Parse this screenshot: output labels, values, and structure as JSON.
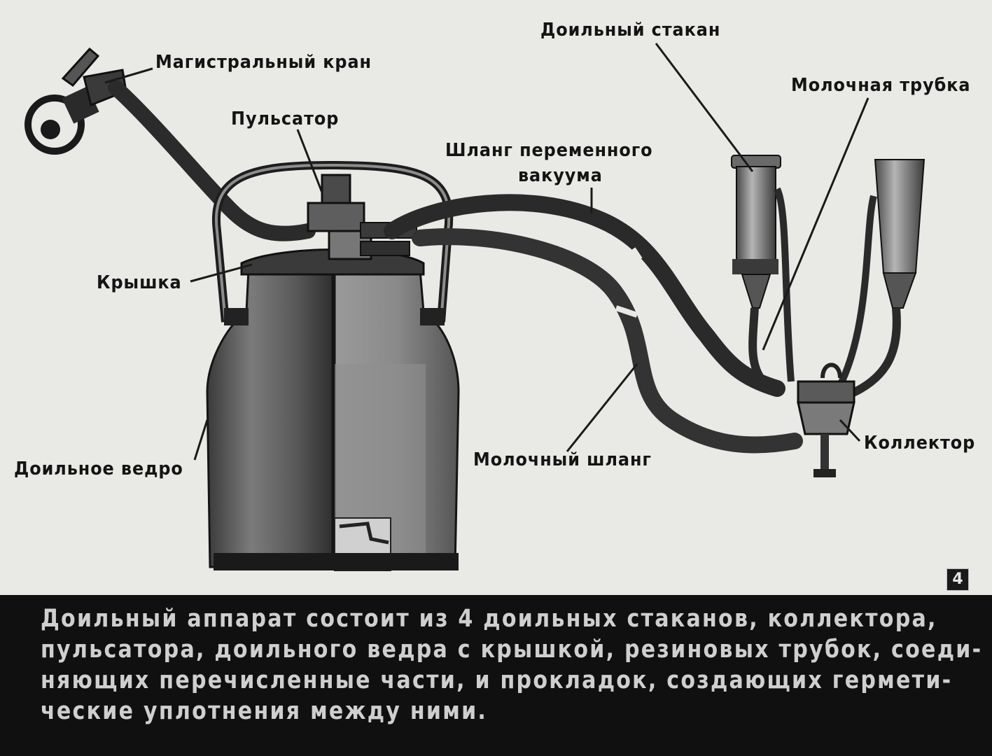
{
  "labels": {
    "main_valve": "Магистральный кран",
    "pulsator": "Пульсатор",
    "lid": "Крышка",
    "milking_pail": "Доильное ведро",
    "teat_cup": "Доильный стакан",
    "milk_tube": "Молочная трубка",
    "variable_vacuum_hose_1": "Шланг переменного",
    "variable_vacuum_hose_2": "вакуума",
    "milk_hose": "Молочный шланг",
    "collector": "Коллектор"
  },
  "slide_number": "4",
  "caption": {
    "line1": "Доильный аппарат состоит из 4 доильных стаканов, коллектора,",
    "line2": "пульсатора, доильного ведра с крышкой, резиновых трубок, соеди-",
    "line3": "няющих перечисленные части, и прокладок, создающих гермети-",
    "line4": "ческие уплотнения между ними."
  },
  "colors": {
    "background": "#e9e9e6",
    "caption_bg": "#101010",
    "caption_text": "#cfcfcf",
    "ink": "#141414"
  }
}
